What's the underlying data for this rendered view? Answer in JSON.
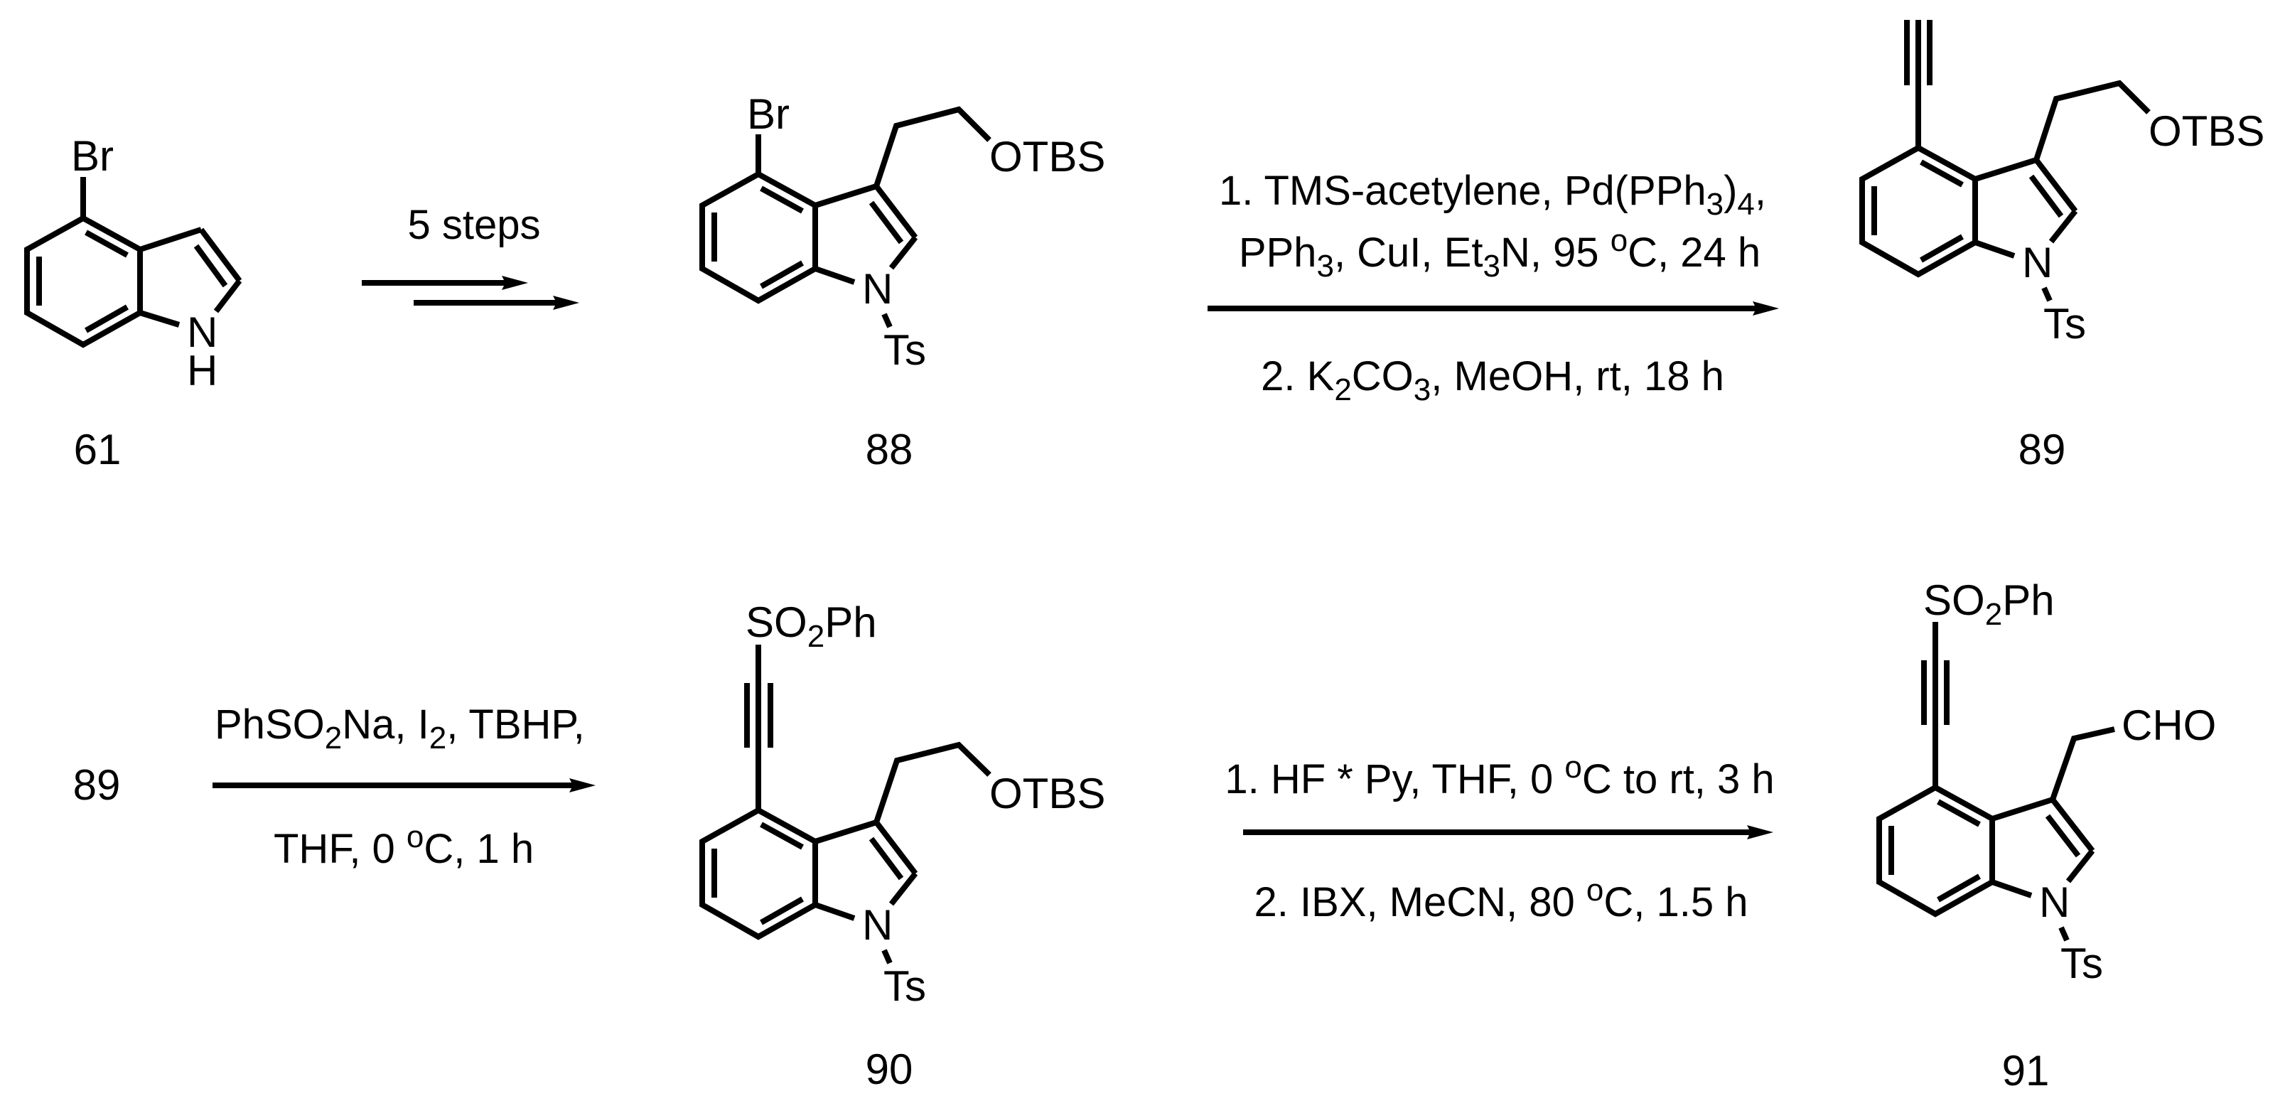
{
  "figure": {
    "type": "reaction-scheme",
    "description": "Synthesis of 2-(4-((phenylsulfonyl)ethynyl)-1-tosyl-indol-3-yl)acetaldehyde 91 from 4-bromoindole 61"
  },
  "compounds": {
    "c61": {
      "label": "61",
      "substituents": {
        "c4": "Br",
        "n1": "H"
      }
    },
    "c88": {
      "label": "88",
      "substituents": {
        "c4": "Br",
        "n1": "Ts",
        "c3_chain": "OTBS"
      }
    },
    "c89_top": {
      "label": "89",
      "substituents": {
        "c4": "ethynyl",
        "n1": "Ts",
        "c3_chain": "OTBS"
      }
    },
    "c89_start": {
      "label": "89"
    },
    "c90": {
      "label": "90",
      "substituents": {
        "alkyne_end": "SO2Ph",
        "n1": "Ts",
        "c3_chain": "OTBS"
      }
    },
    "c91": {
      "label": "91",
      "substituents": {
        "alkyne_end": "SO2Ph",
        "n1": "Ts",
        "c3_chain": "CHO"
      }
    }
  },
  "atom_labels": {
    "br": "Br",
    "n": "N",
    "h": "H",
    "ts": "Ts",
    "otbs": "OTBS",
    "so2ph_s": "SO",
    "so2ph_sub": "2",
    "so2ph_ph": "Ph",
    "cho": "CHO"
  },
  "steps": [
    {
      "id": "step1",
      "from": "61",
      "to": "88",
      "arrow": "double (multi-step)",
      "conditions_above": [
        "5 steps"
      ],
      "conditions_below": []
    },
    {
      "id": "step2",
      "from": "88",
      "to": "89",
      "conditions_above": [
        "1. TMS-acetylene, Pd(PPh3)4,",
        "PPh3, CuI, Et3N, 95 °C, 24 h"
      ],
      "conditions_below": [
        "2. K2CO3, MeOH, rt, 18 h"
      ]
    },
    {
      "id": "step3",
      "from": "89",
      "to": "90",
      "conditions_above": [
        "PhSO2Na, I2, TBHP,"
      ],
      "conditions_below": [
        "THF, 0 °C, 1 h"
      ]
    },
    {
      "id": "step4",
      "from": "90",
      "to": "91",
      "conditions_above": [
        "1. HF * Py, THF, 0 °C to rt, 3 h"
      ],
      "conditions_below": [
        "2. IBX, MeCN, 80 °C, 1.5 h"
      ]
    }
  ],
  "text_runs": {
    "s1_above": "5 steps",
    "s2_l1_a": "1. TMS-acetylene, Pd(PPh",
    "s2_l1_sub": "3",
    "s2_l1_b": ")",
    "s2_l1_sub2": "4",
    "s2_l1_c": ",",
    "s2_l2_a": "PPh",
    "s2_l2_sub": "3",
    "s2_l2_b": ", CuI, Et",
    "s2_l2_sub2": "3",
    "s2_l2_c": "N, 95 ",
    "s2_l2_deg": "o",
    "s2_l2_d": "C, 24 h",
    "s2_l3_a": "2. K",
    "s2_l3_sub": "2",
    "s2_l3_b": "CO",
    "s2_l3_sub2": "3",
    "s2_l3_c": ", MeOH, rt, 18 h",
    "s3_l1_a": "PhSO",
    "s3_l1_sub": "2",
    "s3_l1_b": "Na, I",
    "s3_l1_sub2": "2",
    "s3_l1_c": ", TBHP,",
    "s3_l2_a": "THF, 0 ",
    "s3_l2_deg": "o",
    "s3_l2_b": "C, 1 h",
    "s4_l1_a": "1. HF * Py, THF, 0 ",
    "s4_l1_deg": "o",
    "s4_l1_b": "C to rt, 3 h",
    "s4_l2_a": "2. IBX, MeCN, 80 ",
    "s4_l2_deg": "o",
    "s4_l2_b": "C, 1.5 h"
  },
  "colors": {
    "ink": "#000000",
    "background": "#ffffff"
  }
}
